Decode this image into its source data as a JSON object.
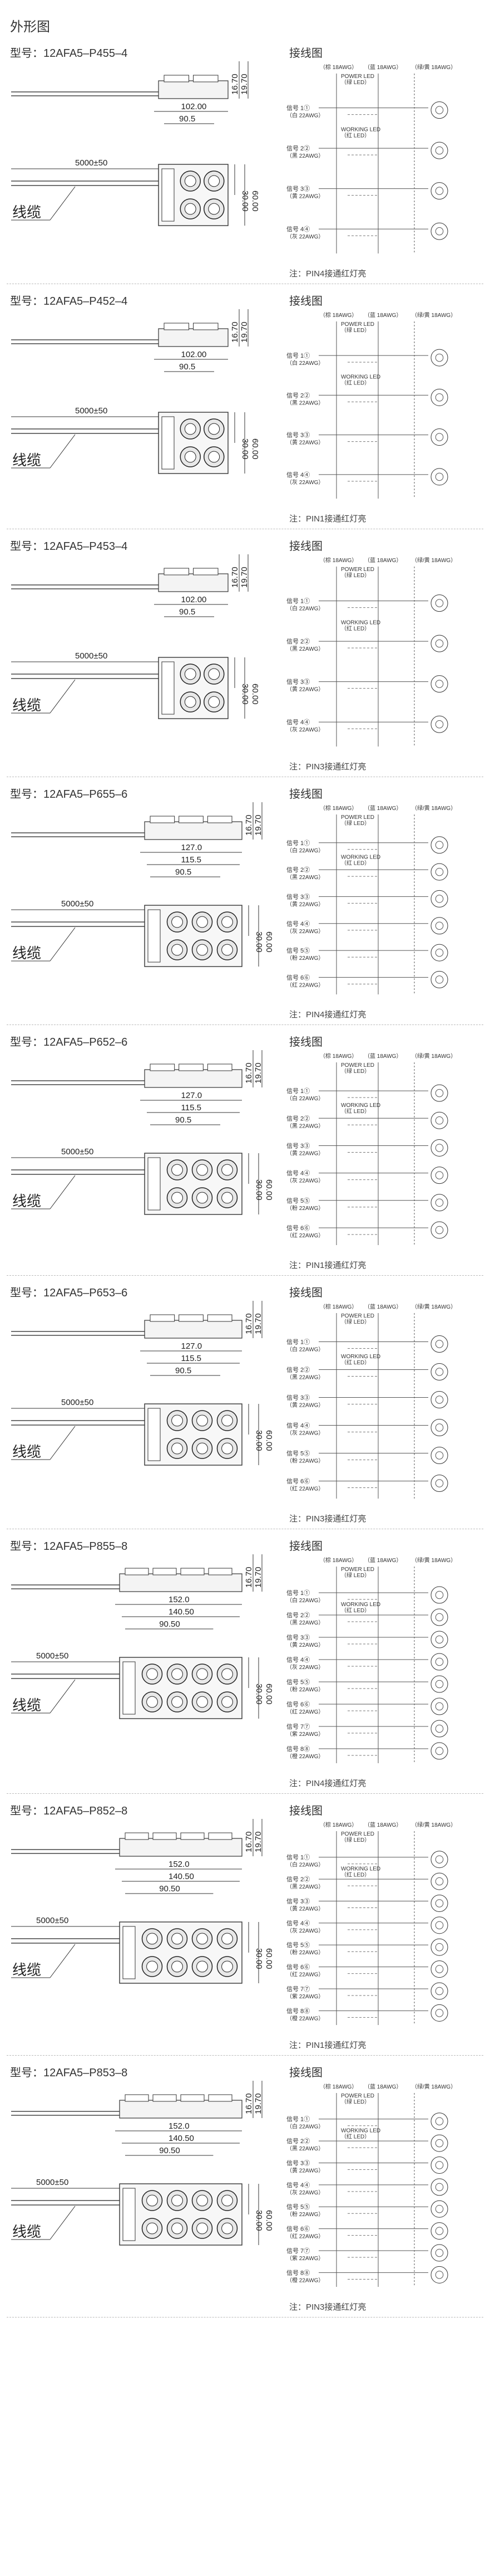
{
  "page": {
    "title": "外形图"
  },
  "labels": {
    "wiring": "接线图",
    "cable": "线缆",
    "cable_length": "5000±50",
    "height_a": "16.70",
    "height_b": "19.70",
    "width_a": "30.00",
    "width_b": "60.00",
    "col_brown": "（棕 18AWG）",
    "col_blue": "（蓝 18AWG）",
    "col_greenyellow": "（绿/黄 18AWG）",
    "power_led": "POWER LED",
    "power_led_color": "（绿 LED）",
    "working_led": "WORKING LED",
    "working_led_color": "（红 LED）"
  },
  "sections": [
    {
      "model": "型号：12AFA5–P455–4",
      "channels": 4,
      "len_total": "102.00",
      "len_inner": "90.5",
      "len_mid": "",
      "note": "注：PIN4接通红灯亮",
      "signals": [
        {
          "label": "信号 1①",
          "wire": "（白 22AWG）"
        },
        {
          "label": "信号 2②",
          "wire": "（黑 22AWG）"
        },
        {
          "label": "信号 3③",
          "wire": "（黄 22AWG）"
        },
        {
          "label": "信号 4④",
          "wire": "（灰 22AWG）"
        }
      ]
    },
    {
      "model": "型号：12AFA5–P452–4",
      "channels": 4,
      "len_total": "102.00",
      "len_inner": "90.5",
      "len_mid": "",
      "note": "注：PIN1接通红灯亮",
      "signals": [
        {
          "label": "信号 1①",
          "wire": "（白 22AWG）"
        },
        {
          "label": "信号 2②",
          "wire": "（黑 22AWG）"
        },
        {
          "label": "信号 3③",
          "wire": "（黄 22AWG）"
        },
        {
          "label": "信号 4④",
          "wire": "（灰 22AWG）"
        }
      ]
    },
    {
      "model": "型号：12AFA5–P453–4",
      "channels": 4,
      "len_total": "102.00",
      "len_inner": "90.5",
      "len_mid": "",
      "note": "注：PIN3接通红灯亮",
      "signals": [
        {
          "label": "信号 1①",
          "wire": "（白 22AWG）"
        },
        {
          "label": "信号 2②",
          "wire": "（黑 22AWG）"
        },
        {
          "label": "信号 3③",
          "wire": "（黄 22AWG）"
        },
        {
          "label": "信号 4④",
          "wire": "（灰 22AWG）"
        }
      ]
    },
    {
      "model": "型号：12AFA5–P655–6",
      "channels": 6,
      "len_total": "127.0",
      "len_inner": "90.5",
      "len_mid": "115.5",
      "note": "注：PIN4接通红灯亮",
      "signals": [
        {
          "label": "信号 1①",
          "wire": "（白 22AWG）"
        },
        {
          "label": "信号 2②",
          "wire": "（黑 22AWG）"
        },
        {
          "label": "信号 3③",
          "wire": "（黄 22AWG）"
        },
        {
          "label": "信号 4④",
          "wire": "（灰 22AWG）"
        },
        {
          "label": "信号 5⑤",
          "wire": "（粉 22AWG）"
        },
        {
          "label": "信号 6⑥",
          "wire": "（红 22AWG）"
        }
      ]
    },
    {
      "model": "型号：12AFA5–P652–6",
      "channels": 6,
      "len_total": "127.0",
      "len_inner": "90.5",
      "len_mid": "115.5",
      "note": "注：PIN1接通红灯亮",
      "signals": [
        {
          "label": "信号 1①",
          "wire": "（白 22AWG）"
        },
        {
          "label": "信号 2②",
          "wire": "（黑 22AWG）"
        },
        {
          "label": "信号 3③",
          "wire": "（黄 22AWG）"
        },
        {
          "label": "信号 4④",
          "wire": "（灰 22AWG）"
        },
        {
          "label": "信号 5⑤",
          "wire": "（粉 22AWG）"
        },
        {
          "label": "信号 6⑥",
          "wire": "（红 22AWG）"
        }
      ]
    },
    {
      "model": "型号：12AFA5–P653–6",
      "channels": 6,
      "len_total": "127.0",
      "len_inner": "90.5",
      "len_mid": "115.5",
      "note": "注：PIN3接通红灯亮",
      "signals": [
        {
          "label": "信号 1①",
          "wire": "（白 22AWG）"
        },
        {
          "label": "信号 2②",
          "wire": "（黑 22AWG）"
        },
        {
          "label": "信号 3③",
          "wire": "（黄 22AWG）"
        },
        {
          "label": "信号 4④",
          "wire": "（灰 22AWG）"
        },
        {
          "label": "信号 5⑤",
          "wire": "（粉 22AWG）"
        },
        {
          "label": "信号 6⑥",
          "wire": "（红 22AWG）"
        }
      ]
    },
    {
      "model": "型号：12AFA5–P855–8",
      "channels": 8,
      "len_total": "152.0",
      "len_inner": "90.50",
      "len_mid": "140.50",
      "note": "注：PIN4接通红灯亮",
      "signals": [
        {
          "label": "信号 1①",
          "wire": "（白 22AWG）"
        },
        {
          "label": "信号 2②",
          "wire": "（黑 22AWG）"
        },
        {
          "label": "信号 3③",
          "wire": "（黄 22AWG）"
        },
        {
          "label": "信号 4④",
          "wire": "（灰 22AWG）"
        },
        {
          "label": "信号 5⑤",
          "wire": "（粉 22AWG）"
        },
        {
          "label": "信号 6⑥",
          "wire": "（红 22AWG）"
        },
        {
          "label": "信号 7⑦",
          "wire": "（紫 22AWG）"
        },
        {
          "label": "信号 8⑧",
          "wire": "（橙 22AWG）"
        }
      ]
    },
    {
      "model": "型号：12AFA5–P852–8",
      "channels": 8,
      "len_total": "152.0",
      "len_inner": "90.50",
      "len_mid": "140.50",
      "note": "注：PIN1接通红灯亮",
      "signals": [
        {
          "label": "信号 1①",
          "wire": "（白 22AWG）"
        },
        {
          "label": "信号 2②",
          "wire": "（黑 22AWG）"
        },
        {
          "label": "信号 3③",
          "wire": "（黄 22AWG）"
        },
        {
          "label": "信号 4④",
          "wire": "（灰 22AWG）"
        },
        {
          "label": "信号 5⑤",
          "wire": "（粉 22AWG）"
        },
        {
          "label": "信号 6⑥",
          "wire": "（红 22AWG）"
        },
        {
          "label": "信号 7⑦",
          "wire": "（紫 22AWG）"
        },
        {
          "label": "信号 8⑧",
          "wire": "（橙 22AWG）"
        }
      ]
    },
    {
      "model": "型号：12AFA5–P853–8",
      "channels": 8,
      "len_total": "152.0",
      "len_inner": "90.50",
      "len_mid": "140.50",
      "note": "注：PIN3接通红灯亮",
      "signals": [
        {
          "label": "信号 1①",
          "wire": "（白 22AWG）"
        },
        {
          "label": "信号 2②",
          "wire": "（黑 22AWG）"
        },
        {
          "label": "信号 3③",
          "wire": "（黄 22AWG）"
        },
        {
          "label": "信号 4④",
          "wire": "（灰 22AWG）"
        },
        {
          "label": "信号 5⑤",
          "wire": "（粉 22AWG）"
        },
        {
          "label": "信号 6⑥",
          "wire": "（红 22AWG）"
        },
        {
          "label": "信号 7⑦",
          "wire": "（紫 22AWG）"
        },
        {
          "label": "信号 8⑧",
          "wire": "（橙 22AWG）"
        }
      ]
    }
  ]
}
